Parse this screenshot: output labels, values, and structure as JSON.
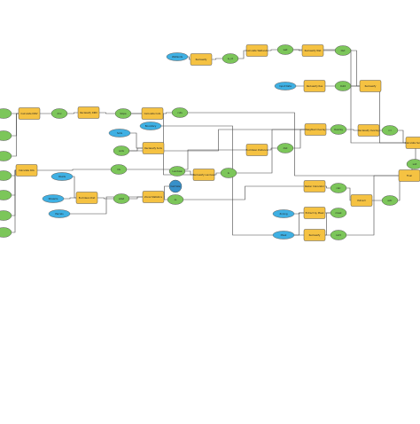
{
  "colors": {
    "input_data": "#3fb0e3",
    "tool": "#f5c242",
    "derived_data": "#7cc65a",
    "parameter": "#3790c9",
    "edge": "#444444",
    "border": "#555555"
  },
  "nodes": [
    {
      "id": "g1",
      "kind": "derived_data",
      "label": ""
    },
    {
      "id": "g2",
      "kind": "derived_data",
      "label": ""
    },
    {
      "id": "g3",
      "kind": "derived_data",
      "label": ""
    },
    {
      "id": "g4",
      "kind": "derived_data",
      "label": ""
    },
    {
      "id": "g5",
      "kind": "derived_data",
      "label": ""
    },
    {
      "id": "g6",
      "kind": "derived_data",
      "label": ""
    },
    {
      "id": "g7",
      "kind": "derived_data",
      "label": ""
    },
    {
      "id": "t1",
      "kind": "tool",
      "label": "Calculate DIRV"
    },
    {
      "id": "g8",
      "kind": "derived_data",
      "label": "dirv"
    },
    {
      "id": "t2",
      "kind": "tool",
      "label": "Reclassify DIRV"
    },
    {
      "id": "g9",
      "kind": "derived_data",
      "label": "Slope"
    },
    {
      "id": "t3",
      "kind": "tool",
      "label": "Calculate Rdv"
    },
    {
      "id": "g10",
      "kind": "derived_data",
      "label": "rdv"
    },
    {
      "id": "t4",
      "kind": "tool",
      "label": "Calculate Cuts"
    },
    {
      "id": "g11",
      "kind": "derived_data",
      "label": "cuts"
    },
    {
      "id": "b1",
      "kind": "input_data",
      "label": "Wetlands"
    },
    {
      "id": "t5",
      "kind": "tool",
      "label": "Reclassify"
    },
    {
      "id": "g12",
      "kind": "derived_data",
      "label": "w_rcl"
    },
    {
      "id": "t6",
      "kind": "tool",
      "label": "Calculate Wetlands"
    },
    {
      "id": "g13",
      "kind": "derived_data",
      "label": "wet"
    },
    {
      "id": "t7",
      "kind": "tool",
      "label": "Reclassify Wet"
    },
    {
      "id": "g14",
      "kind": "derived_data",
      "label": "Out"
    },
    {
      "id": "b2",
      "kind": "input_data",
      "label": "Input Data"
    },
    {
      "id": "t8",
      "kind": "tool",
      "label": "Reclassify Ras"
    },
    {
      "id": "g15",
      "kind": "derived_data",
      "label": "Out2"
    },
    {
      "id": "t9",
      "kind": "tool",
      "label": "Reclassify"
    },
    {
      "id": "b3",
      "kind": "input_data",
      "label": "Soils"
    },
    {
      "id": "t10",
      "kind": "tool",
      "label": "Reclassify Soils"
    },
    {
      "id": "g16",
      "kind": "derived_data",
      "label": "soils"
    },
    {
      "id": "g17",
      "kind": "derived_data",
      "label": "Landuse"
    },
    {
      "id": "t11",
      "kind": "tool",
      "label": "Reclassify Landuse"
    },
    {
      "id": "g18",
      "kind": "derived_data",
      "label": "lu"
    },
    {
      "id": "t12",
      "kind": "tool",
      "label": "Euclidean Distance"
    },
    {
      "id": "g19",
      "kind": "derived_data",
      "label": "dist"
    },
    {
      "id": "t13",
      "kind": "tool",
      "label": "Weighted Overlay"
    },
    {
      "id": "g20",
      "kind": "derived_data",
      "label": "Overlay"
    },
    {
      "id": "t14",
      "kind": "tool",
      "label": "Reclassify Overlay"
    },
    {
      "id": "g21",
      "kind": "derived_data",
      "label": "rcl"
    },
    {
      "id": "t15",
      "kind": "tool",
      "label": "Calculate Suitability"
    },
    {
      "id": "g22",
      "kind": "derived_data",
      "label": "suit"
    },
    {
      "id": "t16",
      "kind": "tool",
      "label": "Final"
    },
    {
      "id": "b4",
      "kind": "input_data",
      "label": "Roads"
    },
    {
      "id": "b5",
      "kind": "input_data",
      "label": "Streams"
    },
    {
      "id": "t17",
      "kind": "tool",
      "label": "Euclidean Dist"
    },
    {
      "id": "g23",
      "kind": "derived_data",
      "label": "sdist"
    },
    {
      "id": "b6",
      "kind": "input_data",
      "label": "Parcels"
    },
    {
      "id": "b7",
      "kind": "input_data",
      "label": "Zoning"
    },
    {
      "id": "p1",
      "kind": "parameter",
      "label": "Cell Size"
    },
    {
      "id": "t18",
      "kind": "tool",
      "label": "Zonal Statistics"
    },
    {
      "id": "g24",
      "kind": "derived_data",
      "label": "zs"
    },
    {
      "id": "t19",
      "kind": "tool",
      "label": "Raster Calculator"
    },
    {
      "id": "g25",
      "kind": "derived_data",
      "label": "calc"
    },
    {
      "id": "t20",
      "kind": "tool",
      "label": "Extract"
    },
    {
      "id": "g26",
      "kind": "derived_data",
      "label": "extr"
    },
    {
      "id": "b8",
      "kind": "input_data",
      "label": "Mask"
    },
    {
      "id": "b9",
      "kind": "input_data",
      "label": "Boundary"
    },
    {
      "id": "t21",
      "kind": "tool",
      "label": "Extract by Mask"
    },
    {
      "id": "g27",
      "kind": "derived_data",
      "label": "mask"
    },
    {
      "id": "t22",
      "kind": "tool",
      "label": "Reclassify"
    },
    {
      "id": "g28",
      "kind": "derived_data",
      "label": "out3"
    }
  ],
  "edges": [
    [
      "g1",
      "t1"
    ],
    [
      "g2",
      "t1"
    ],
    [
      "g3",
      "t1"
    ],
    [
      "t1",
      "g8"
    ],
    [
      "g8",
      "t2"
    ],
    [
      "t2",
      "g9"
    ],
    [
      "g9",
      "t4"
    ],
    [
      "t4",
      "g11"
    ],
    [
      "g4",
      "t3"
    ],
    [
      "g5",
      "t3"
    ],
    [
      "g6",
      "t3"
    ],
    [
      "g7",
      "t3"
    ],
    [
      "t3",
      "g10"
    ],
    [
      "b1",
      "t5"
    ],
    [
      "t5",
      "g12"
    ],
    [
      "g12",
      "t6"
    ],
    [
      "t6",
      "g13"
    ],
    [
      "g13",
      "t7"
    ],
    [
      "t7",
      "g14"
    ],
    [
      "b2",
      "t8"
    ],
    [
      "t8",
      "g15"
    ],
    [
      "g15",
      "t9"
    ],
    [
      "t9",
      "g14"
    ],
    [
      "b3",
      "t10"
    ],
    [
      "t10",
      "g16"
    ],
    [
      "g9",
      "t11"
    ],
    [
      "t11",
      "g18"
    ],
    [
      "g17",
      "t11"
    ],
    [
      "g10",
      "t12"
    ],
    [
      "t12",
      "g19"
    ],
    [
      "g19",
      "t13"
    ],
    [
      "g18",
      "t13"
    ],
    [
      "g16",
      "t13"
    ],
    [
      "t13",
      "g20"
    ],
    [
      "g20",
      "t14"
    ],
    [
      "t14",
      "g21"
    ],
    [
      "g21",
      "t15"
    ],
    [
      "t15",
      "g22"
    ],
    [
      "g22",
      "t16"
    ],
    [
      "g11",
      "t16"
    ],
    [
      "b4",
      "t17"
    ],
    [
      "b5",
      "t17"
    ],
    [
      "t17",
      "g23"
    ],
    [
      "g23",
      "t18"
    ],
    [
      "b6",
      "t18"
    ],
    [
      "t18",
      "g24"
    ],
    [
      "g24",
      "t19"
    ],
    [
      "t19",
      "g25"
    ],
    [
      "g25",
      "t20"
    ],
    [
      "t20",
      "g26"
    ],
    [
      "g26",
      "t16"
    ],
    [
      "b7",
      "t21"
    ],
    [
      "b8",
      "t21"
    ],
    [
      "t21",
      "g27"
    ],
    [
      "g27",
      "t22"
    ],
    [
      "b9",
      "t22"
    ],
    [
      "t22",
      "g28"
    ],
    [
      "g28",
      "t16"
    ],
    [
      "p1",
      "t18"
    ],
    [
      "g13",
      "t15"
    ],
    [
      "g15",
      "t15"
    ]
  ]
}
